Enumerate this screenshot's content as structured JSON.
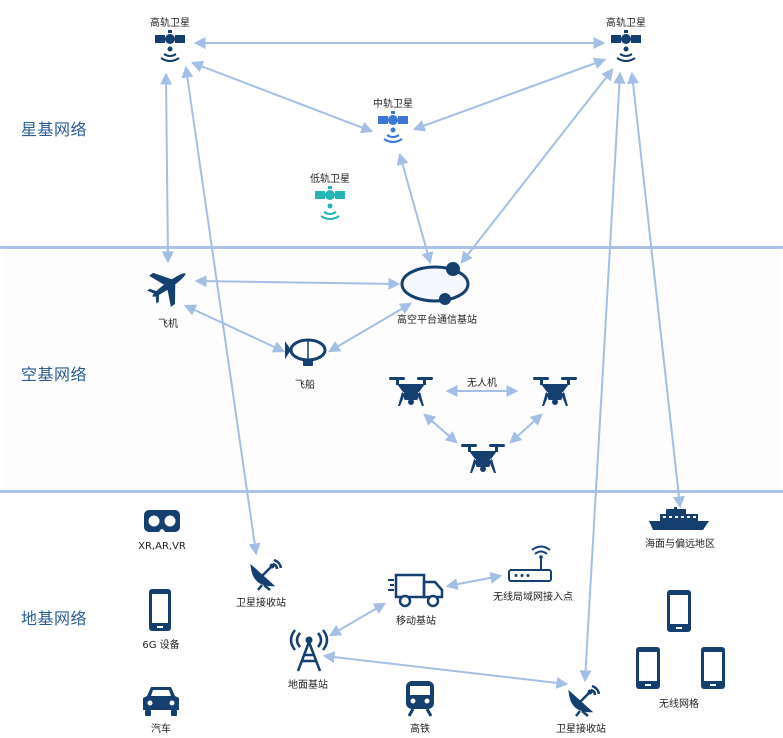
{
  "sections": {
    "space": "星基网络",
    "air": "空基网络",
    "ground": "地基网络"
  },
  "nodes": {
    "geo_left": "高轨卫星",
    "geo_right": "高轨卫星",
    "meo": "中轨卫星",
    "leo": "低轨卫星",
    "airplane": "飞机",
    "haps": "高空平台通信基站",
    "airship": "飞船",
    "uav": "无人机",
    "ship": "海面与偏远地区",
    "xr": "XR,AR,VR",
    "sat_rx_left": "卫星接收站",
    "truck": "移动基站",
    "router": "无线局域网接入点",
    "device6g": "6G 设备",
    "tower": "地面基站",
    "car": "汽车",
    "train": "高铁",
    "sat_rx_right": "卫星接收站",
    "wireless_grid": "无线网格"
  },
  "colors": {
    "arrow": "#a3bfe6",
    "dark": "#143f6e",
    "mid": "#3d78d6",
    "teal": "#24b6b4",
    "divider": "#a9c4e8",
    "section_text": "#2a5c97"
  }
}
